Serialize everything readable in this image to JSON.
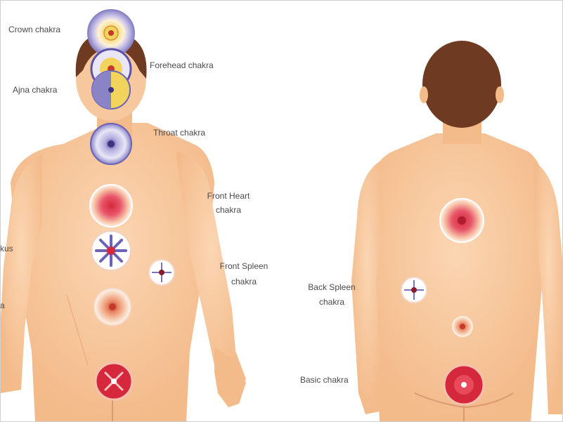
{
  "figure": {
    "front_labels": {
      "crown": "Crown chakra",
      "forehead": "Forehead chakra",
      "ajna": "Ajna chakra",
      "throat": "Throat chakra",
      "front_heart_1": "Front Heart",
      "front_heart_2": "chakra",
      "front_spleen_1": "Front Spleen",
      "front_spleen_2": "chakra",
      "left_cut_1": "kus",
      "left_cut_2": "a"
    },
    "back_labels": {
      "back_spleen_1": "Back Spleen",
      "back_spleen_2": "chakra",
      "basic": "Basic chakra"
    },
    "colors": {
      "skin": "#f7c89e",
      "skin_shadow": "#eeb083",
      "hair": "#6e3b22",
      "chakra_red": "#d6283c",
      "chakra_violet": "#8a84c6",
      "chakra_yellow": "#f2d35c"
    }
  }
}
